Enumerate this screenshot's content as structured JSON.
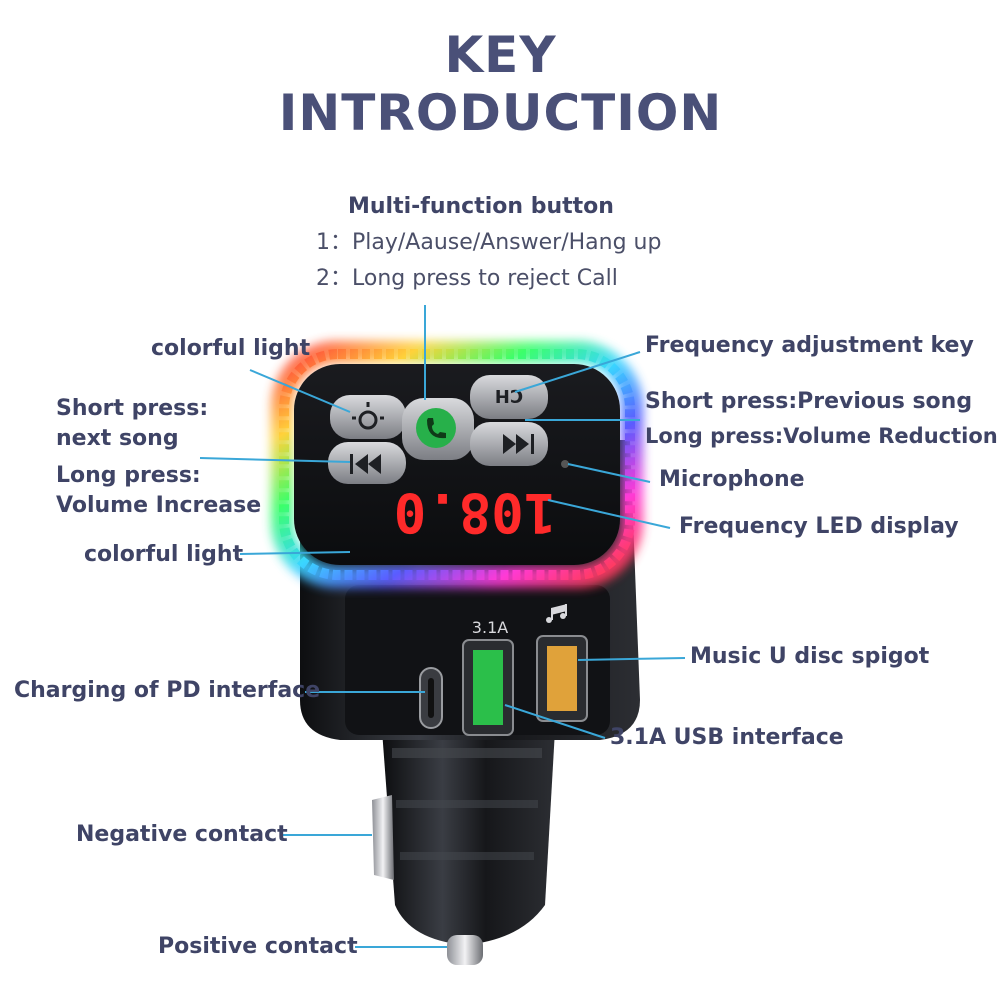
{
  "title": {
    "line1": "KEY",
    "line2": "INTRODUCTION"
  },
  "labels": {
    "multi_function_title": "Multi-function button",
    "multi_function_1": "1：Play/Aause/Answer/Hang up",
    "multi_function_2": "2：Long press to reject Call",
    "colorful_light_top": "colorful light",
    "short_press_next_1": "Short press:",
    "short_press_next_2": "next song",
    "long_press_vol_up_1": "Long press:",
    "long_press_vol_up_2": "Volume Increase",
    "colorful_light_side": "colorful light",
    "frequency_adjustment_key": "Frequency adjustment key",
    "short_press_previous": "Short press:Previous song",
    "long_press_vol_down": "Long press:Volume Reduction",
    "microphone": "Microphone",
    "frequency_led_display": "Frequency LED display",
    "music_u_disc": "Music U disc spigot",
    "charging_pd": "Charging of PD interface",
    "usb_31a": "3.1A USB interface",
    "negative_contact": "Negative contact",
    "positive_contact": "Positive contact"
  },
  "device": {
    "display_value": "108.0",
    "ch_key_label": "CH",
    "usb_port_label": "3.1A",
    "music_icon": "music-note-icon",
    "light_icon": "light-bulb-icon",
    "call_icon": "phone-icon",
    "next_icon": "next-track-icon",
    "prev_icon": "previous-track-icon"
  },
  "colors": {
    "title": "#4a5078",
    "label": "#3f4466",
    "leader_line": "#3aa7d8",
    "led_display": "#ff2a2a",
    "call_button": "#27b04a",
    "body": "#1c1e22"
  }
}
